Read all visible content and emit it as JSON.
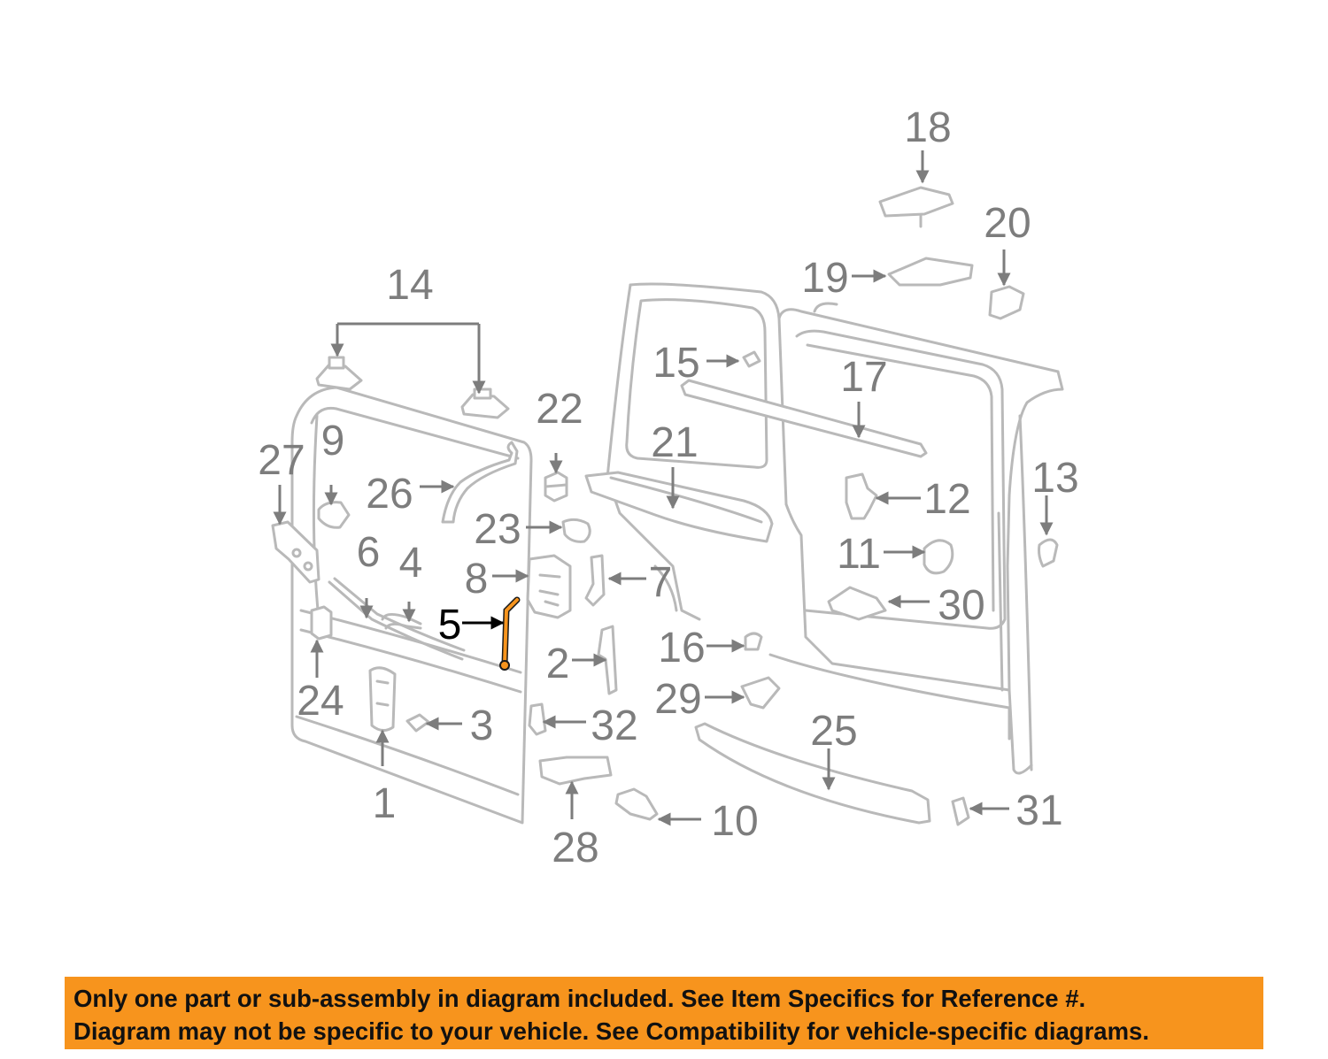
{
  "diagram": {
    "callouts": [
      {
        "id": "1",
        "text": "1"
      },
      {
        "id": "2",
        "text": "2"
      },
      {
        "id": "3",
        "text": "3"
      },
      {
        "id": "4",
        "text": "4"
      },
      {
        "id": "5",
        "text": "5"
      },
      {
        "id": "6",
        "text": "6"
      },
      {
        "id": "7",
        "text": "7"
      },
      {
        "id": "8",
        "text": "8"
      },
      {
        "id": "9",
        "text": "9"
      },
      {
        "id": "10",
        "text": "10"
      },
      {
        "id": "11",
        "text": "11"
      },
      {
        "id": "12",
        "text": "12"
      },
      {
        "id": "13",
        "text": "13"
      },
      {
        "id": "14",
        "text": "14"
      },
      {
        "id": "15",
        "text": "15"
      },
      {
        "id": "16",
        "text": "16"
      },
      {
        "id": "17",
        "text": "17"
      },
      {
        "id": "18",
        "text": "18"
      },
      {
        "id": "19",
        "text": "19"
      },
      {
        "id": "20",
        "text": "20"
      },
      {
        "id": "21",
        "text": "21"
      },
      {
        "id": "22",
        "text": "22"
      },
      {
        "id": "23",
        "text": "23"
      },
      {
        "id": "24",
        "text": "24"
      },
      {
        "id": "25",
        "text": "25"
      },
      {
        "id": "26",
        "text": "26"
      },
      {
        "id": "27",
        "text": "27"
      },
      {
        "id": "28",
        "text": "28"
      },
      {
        "id": "29",
        "text": "29"
      },
      {
        "id": "30",
        "text": "30"
      },
      {
        "id": "31",
        "text": "31"
      },
      {
        "id": "32",
        "text": "32"
      }
    ],
    "highlighted_part": "5",
    "highlight_color": "#f7941d"
  },
  "notice": {
    "line1": "Only one part or sub-assembly in diagram included. See Item Specifics for Reference #.",
    "line2": "Diagram may not be specific to your vehicle. See Compatibility for vehicle-specific diagrams."
  },
  "colors": {
    "banner": "#f7941d",
    "label_gray": "#7d7d7d",
    "line_gray": "#b9b9b9",
    "highlight_label": "#000000"
  }
}
